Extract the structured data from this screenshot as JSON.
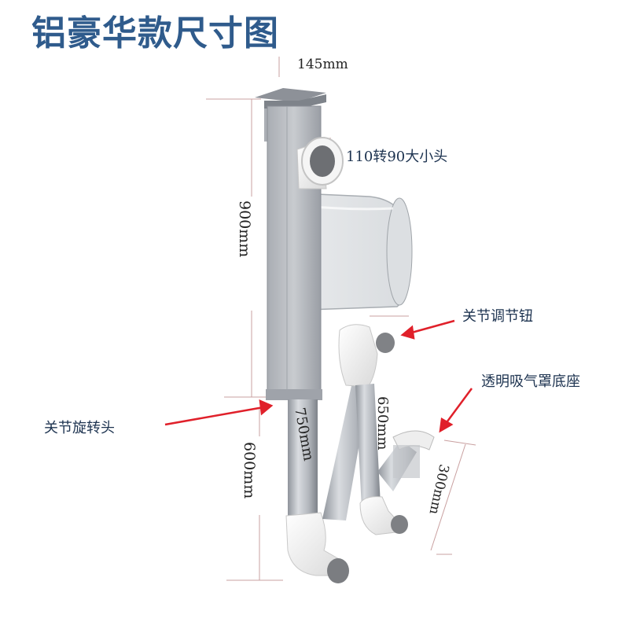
{
  "title": "铝豪华款尺寸图",
  "dimensions": {
    "top_width": "145mm",
    "upper_height": "900mm",
    "lower_height": "600mm",
    "arm_first": "750mm",
    "arm_second": "650mm",
    "hood_height": "300mm"
  },
  "labels": {
    "reducer": "110转90大小头",
    "joint_knob": "关节调节钮",
    "hood_base": "透明吸气罩底座",
    "swivel": "关节旋转头"
  },
  "colors": {
    "title": "#2f5b8c",
    "arrow": "#e0202a",
    "aluminum": "#b9bdc4",
    "white_joint": "#f4f4f4"
  }
}
